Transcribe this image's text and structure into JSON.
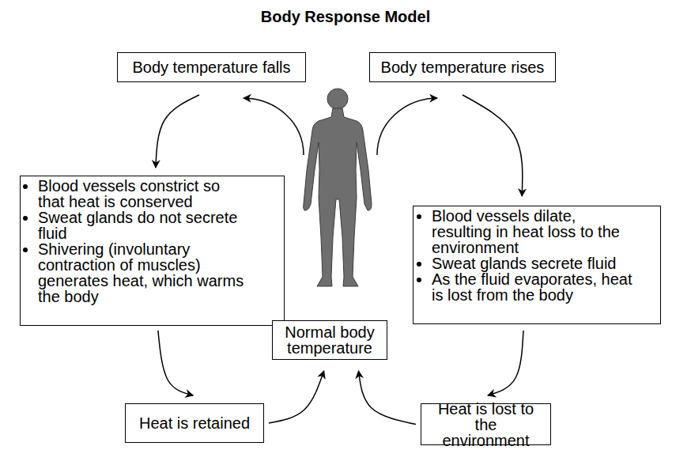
{
  "diagram": {
    "title": "Body Response Model",
    "nodes": [
      {
        "text": [
          "Body temperature falls"
        ]
      },
      {
        "text": [
          "Body temperature rises"
        ]
      },
      {
        "text": [
          "Blood vessels constrict so that heat is conserved",
          "Sweat glands do not secrete fluid",
          "Shivering (involuntary contraction of muscles) generates heat, which warms the body"
        ]
      },
      {
        "text": [
          "Blood vessels dilate, resulting in heat loss to the environment",
          "Sweat glands secrete fluid",
          "As the fluid evaporates, heat is lost from the body"
        ]
      },
      {
        "text": [
          "Normal body temperature"
        ]
      },
      {
        "text": [
          "Heat is retained"
        ]
      },
      {
        "text": [
          "Heat is lost to the environment"
        ]
      }
    ],
    "edges": [
      {
        "from": 0,
        "to": 2,
        "arrow": "to"
      },
      {
        "from": 1,
        "to": 3,
        "arrow": "to"
      },
      {
        "from": 2,
        "to": 5,
        "arrow": "to"
      },
      {
        "from": 3,
        "to": 6,
        "arrow": "to"
      },
      {
        "from": 5,
        "to": 4,
        "arrow": "to"
      },
      {
        "from": 6,
        "to": 4,
        "arrow": "to"
      }
    ]
  }
}
